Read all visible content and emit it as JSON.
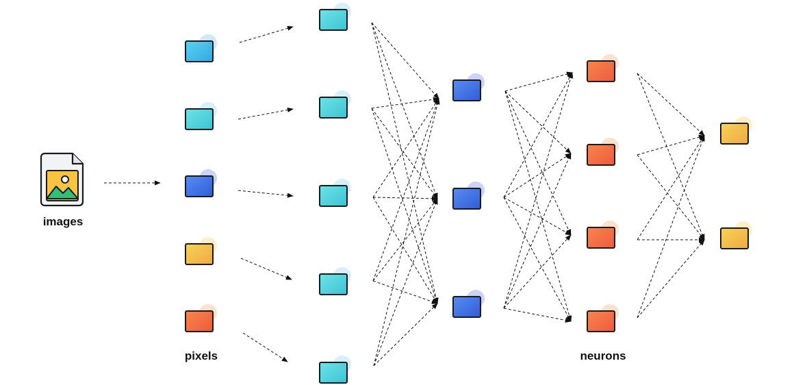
{
  "labels": {
    "images": "images",
    "pixels": "pixels",
    "neurons": "neurons"
  },
  "icons": {
    "input": "image-file-icon"
  },
  "colors": {
    "cyan": "#4fd1db",
    "cyan_dark": "#2fb8c9",
    "blue": "#3b73e8",
    "blue_dark": "#2f5cd9",
    "yellow": "#f4c44f",
    "yellow_dark": "#f0a941",
    "orange": "#f26b45",
    "orange_dark": "#ee5a3c",
    "outline": "#1a1a1a"
  }
}
